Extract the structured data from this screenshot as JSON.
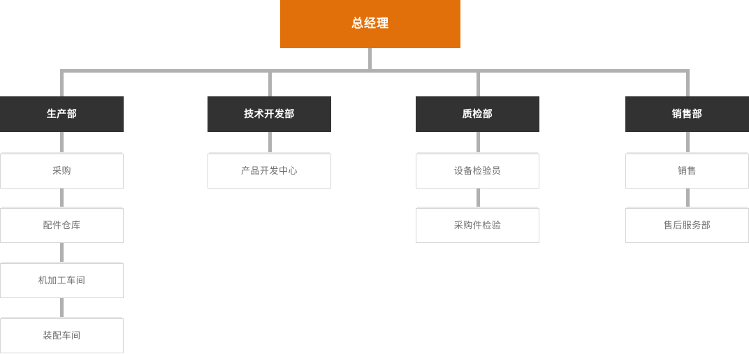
{
  "chart_data": {
    "type": "diagram",
    "diagram_kind": "organization-chart",
    "title": "",
    "orientation": "top-down",
    "colors": {
      "root_fill": "#e2700a",
      "root_text": "#ffffff",
      "dept_fill": "#323232",
      "dept_text": "#ffffff",
      "leaf_fill": "#ffffff",
      "leaf_text": "#6e6e6e",
      "leaf_border": "#d6d6d6",
      "connector": "#b0b0b0",
      "background": "#ffffff"
    },
    "root": {
      "label": "总经理",
      "level": 0
    },
    "branches": [
      {
        "dept": "生产部",
        "column": 1,
        "children": [
          "采购",
          "配件仓库",
          "机加工车间",
          "装配车间"
        ]
      },
      {
        "dept": "技术开发部",
        "column": 2,
        "children": [
          "产品开发中心"
        ]
      },
      {
        "dept": "质检部",
        "column": 3,
        "children": [
          "设备检验员",
          "采购件检验"
        ]
      },
      {
        "dept": "销售部",
        "column": 4,
        "children": [
          "销售",
          "售后服务部"
        ]
      }
    ]
  },
  "nodes": {
    "root": "总经理",
    "dept1": "生产部",
    "dept2": "技术开发部",
    "dept3": "质检部",
    "dept4": "销售部",
    "d1c1": "采购",
    "d1c2": "配件仓库",
    "d1c3": "机加工车间",
    "d1c4": "装配车间",
    "d2c1": "产品开发中心",
    "d3c1": "设备检验员",
    "d3c2": "采购件检验",
    "d4c1": "销售",
    "d4c2": "售后服务部"
  }
}
